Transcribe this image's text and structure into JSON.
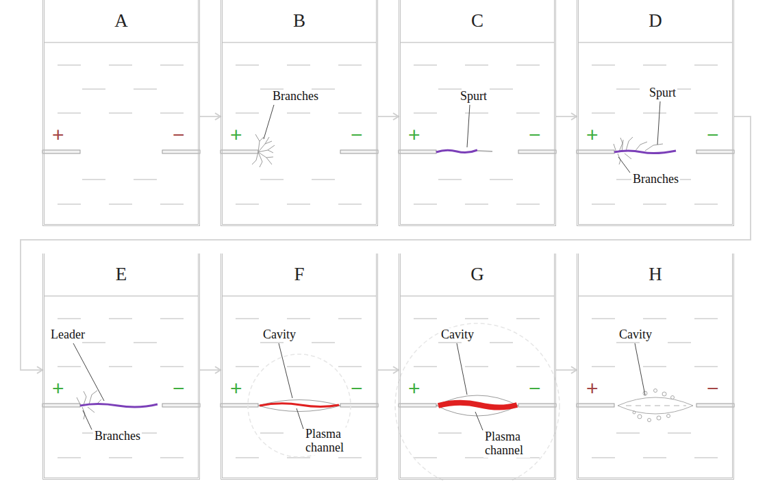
{
  "diagram": {
    "nodes": [
      {
        "text": [
          "A"
        ]
      },
      {
        "text": [
          "B"
        ]
      },
      {
        "text": [
          "C"
        ]
      },
      {
        "text": [
          "D"
        ]
      },
      {
        "text": [
          "E"
        ]
      },
      {
        "text": [
          "F"
        ]
      },
      {
        "text": [
          "G"
        ]
      },
      {
        "text": [
          "H"
        ]
      }
    ],
    "edges": [
      {
        "from": 0,
        "to": 1,
        "arrow": "to"
      },
      {
        "from": 1,
        "to": 2,
        "arrow": "to"
      },
      {
        "from": 2,
        "to": 3,
        "arrow": "to"
      },
      {
        "from": 3,
        "to": 4,
        "arrow": "to"
      },
      {
        "from": 4,
        "to": 5,
        "arrow": "to"
      },
      {
        "from": 5,
        "to": 6,
        "arrow": "to"
      },
      {
        "from": 6,
        "to": 7,
        "arrow": "to"
      }
    ],
    "labels": [
      "+",
      "−",
      "+",
      "−",
      "Branches",
      "+",
      "−",
      "Spurt",
      "+",
      "−",
      "Spurt",
      "Branches",
      "+",
      "−",
      "Leader",
      "Branches",
      "+",
      "−",
      "Cavity",
      "Plasma channel",
      "+",
      "−",
      "Cavity",
      "Plasma channel",
      "+",
      "−",
      "Cavity"
    ]
  }
}
